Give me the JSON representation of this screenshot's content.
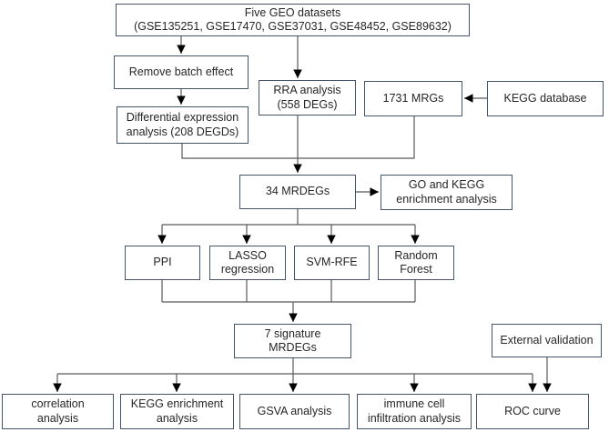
{
  "diagram": {
    "type": "flowchart",
    "boxes": {
      "five_geo": {
        "lines": [
          "Five GEO datasets",
          "(GSE135251, GSE17470, GSE37031, GSE48452, GSE89632)"
        ]
      },
      "remove_batch": {
        "lines": [
          "Remove batch effect"
        ]
      },
      "diff_expr": {
        "lines": [
          "Differential expression",
          "analysis (208 DEGDs)"
        ]
      },
      "rra": {
        "lines": [
          "RRA analysis",
          "(558 DEGs)"
        ]
      },
      "mrgs": {
        "lines": [
          "1731 MRGs"
        ]
      },
      "kegg_db": {
        "lines": [
          "KEGG database"
        ]
      },
      "mrdegs34": {
        "lines": [
          "34 MRDEGs"
        ]
      },
      "go_kegg": {
        "lines": [
          "GO and KEGG",
          "enrichment analysis"
        ]
      },
      "ppi": {
        "lines": [
          "PPI"
        ]
      },
      "lasso": {
        "lines": [
          "LASSO",
          "regression"
        ]
      },
      "svm": {
        "lines": [
          "SVM-RFE"
        ]
      },
      "rf": {
        "lines": [
          "Random",
          "Forest"
        ]
      },
      "sig7": {
        "lines": [
          "7 signature",
          "MRDEGs"
        ]
      },
      "ext_val": {
        "lines": [
          "External validation"
        ]
      },
      "corr": {
        "lines": [
          "correlation",
          "analysis"
        ]
      },
      "kegg_enr": {
        "lines": [
          "KEGG enrichment",
          "analysis"
        ]
      },
      "gsva": {
        "lines": [
          "GSVA analysis"
        ]
      },
      "immune": {
        "lines": [
          "immune cell",
          "infiltration analysis"
        ]
      },
      "roc": {
        "lines": [
          "ROC curve"
        ]
      }
    },
    "colors": {
      "box_border": "#44546a",
      "text": "#262626",
      "connector": "#595959",
      "arrowhead": "#000000",
      "background": "#ffffff"
    }
  }
}
